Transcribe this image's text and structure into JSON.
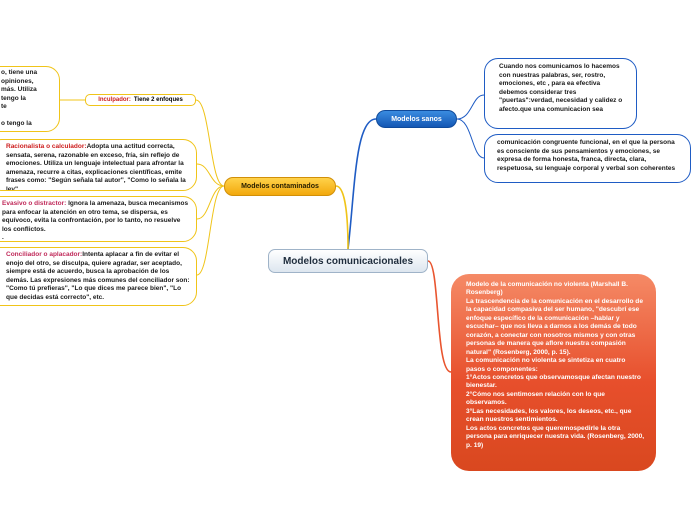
{
  "central": {
    "label": "Modelos comunicacionales"
  },
  "branches": {
    "sanos": {
      "label": "Modelos sanos",
      "color": "#1f5cc4",
      "children": [
        "Cuando nos comunicamos lo hacemos con nuestras palabras, ser, rostro, emociones, etc , para ea efectiva debemos considerar tres \"puertas\":verdad, necesidad y calidez o afecto.que una comunicacion sea",
        "comunicación congruente funcional, en el que la persona es consciente de sus pensamientos y emociones, se expresa de forma honesta, franca, directa, clara, respetuosa, su lenguaje corporal y verbal son coherentes"
      ]
    },
    "contaminados": {
      "label": "Modelos contaminados",
      "color": "#f0a90d",
      "inculpador": {
        "title": "Inculpador:",
        "text": "Tiene 2 enfoques"
      },
      "partial_lines": [
        "o, tiene una",
        "opiniones,",
        "más.  Utiliza",
        "tengo la",
        "te",
        "",
        "o tengo la"
      ],
      "children": [
        {
          "title": "Racionalista o calculador:",
          "text": "Adopta una actitud correcta, sensata, serena, razonable en exceso, fría, sin reflejo de emociones. Utiliza un lenguaje intelectual para afrontar la amenaza, recurre a citas, explicaciones científicas, emite frases como: \"Según señala tal autor\", \"Como lo señala la ley\"."
        },
        {
          "title": "Evasivo o distractor:",
          "text": " Ignora la amenaza, busca mecanismos para enfocar la atención en otro tema, se dispersa, es equívoco, evita la confrontación, por lo tanto, no resuelve los conflictos.",
          "extra": "."
        },
        {
          "title": "Conciliador o aplacador:",
          "text": "Intenta aplacar a fin de evitar el enojo del otro, se disculpa, quiere agradar, ser aceptado, siempre está de acuerdo, busca la aprobación de los demás. Las expresiones más comunes del conciliador son: \"Como tú prefieras\", \"Lo que dices me parece bien\", \"Lo que decidas está correcto\", etc."
        }
      ]
    },
    "no_violenta": {
      "color": "#e9552f",
      "text": "Modelo de la comunicación no violenta (Marshall B. Rosenberg)\n   La trascendencia de la comunicación en el desarrollo de la capacidad compasiva del ser humano, \"descubrí ese enfoque específico de la comunicación –hablar y escuchar– que nos lleva a darnos a los demás de todo corazón, a conectar con nosotros mismos y con otras personas de manera que aflore nuestra compasión natural\" (Rosenberg, 2000, p. 15).\nLa comunicación no violenta se sintetiza en cuatro pasos o componentes:\n1°Actos concretos que observamosque afectan nuestro bienestar.\n2°Cómo nos sentimosen relación con lo que observamos.\n3°Las necesidades, los valores, los deseos, etc., que crean nuestros sentimientos.\nLos actos concretos que queremospedirle la otra persona para enriquecer nuestra vida. (Rosenberg, 2000, p. 19)"
    }
  }
}
